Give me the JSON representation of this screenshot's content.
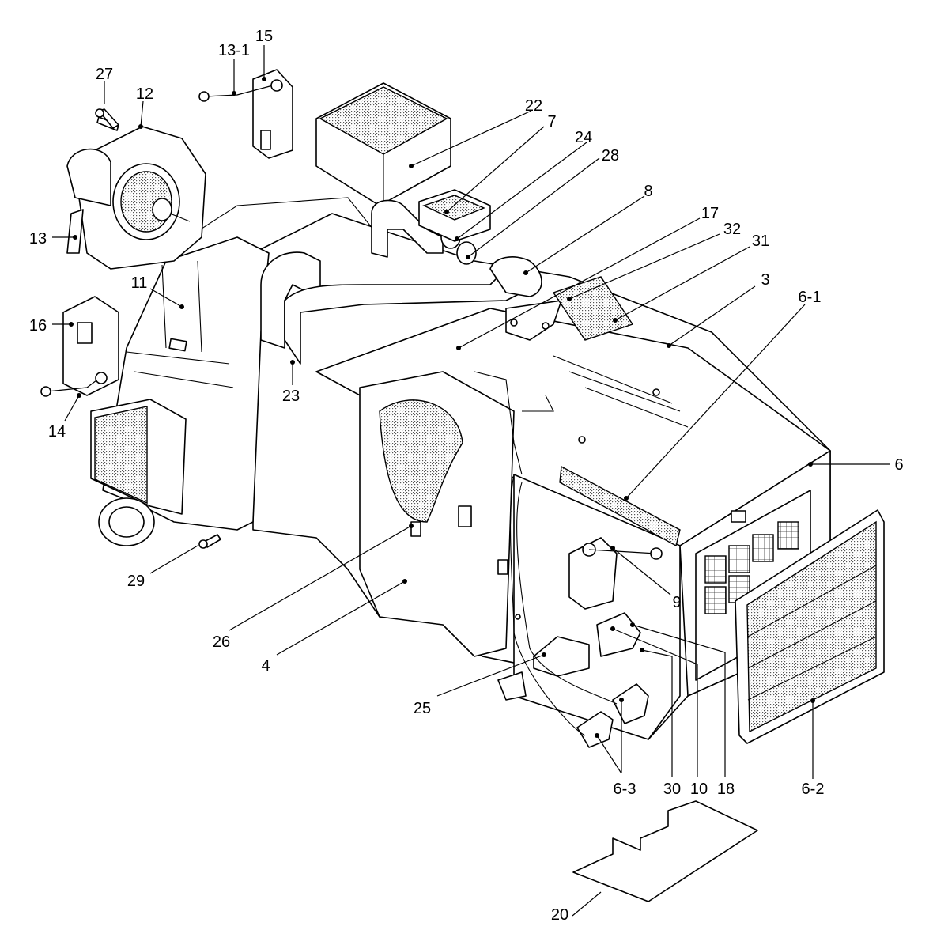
{
  "callouts": [
    {
      "id": "27",
      "text": "27"
    },
    {
      "id": "12",
      "text": "12"
    },
    {
      "id": "13-1",
      "text": "13-1"
    },
    {
      "id": "15",
      "text": "15"
    },
    {
      "id": "22",
      "text": "22"
    },
    {
      "id": "7",
      "text": "7"
    },
    {
      "id": "24",
      "text": "24"
    },
    {
      "id": "28",
      "text": "28"
    },
    {
      "id": "8",
      "text": "8"
    },
    {
      "id": "17",
      "text": "17"
    },
    {
      "id": "32",
      "text": "32"
    },
    {
      "id": "31",
      "text": "31"
    },
    {
      "id": "3",
      "text": "3"
    },
    {
      "id": "6-1",
      "text": "6-1"
    },
    {
      "id": "13",
      "text": "13"
    },
    {
      "id": "11",
      "text": "11"
    },
    {
      "id": "16",
      "text": "16"
    },
    {
      "id": "14",
      "text": "14"
    },
    {
      "id": "23",
      "text": "23"
    },
    {
      "id": "6",
      "text": "6"
    },
    {
      "id": "29",
      "text": "29"
    },
    {
      "id": "26",
      "text": "26"
    },
    {
      "id": "4",
      "text": "4"
    },
    {
      "id": "9",
      "text": "9"
    },
    {
      "id": "25",
      "text": "25"
    },
    {
      "id": "6-3",
      "text": "6-3"
    },
    {
      "id": "30",
      "text": "30"
    },
    {
      "id": "10",
      "text": "10"
    },
    {
      "id": "18",
      "text": "18"
    },
    {
      "id": "6-2",
      "text": "6-2"
    },
    {
      "id": "20",
      "text": "20"
    }
  ]
}
